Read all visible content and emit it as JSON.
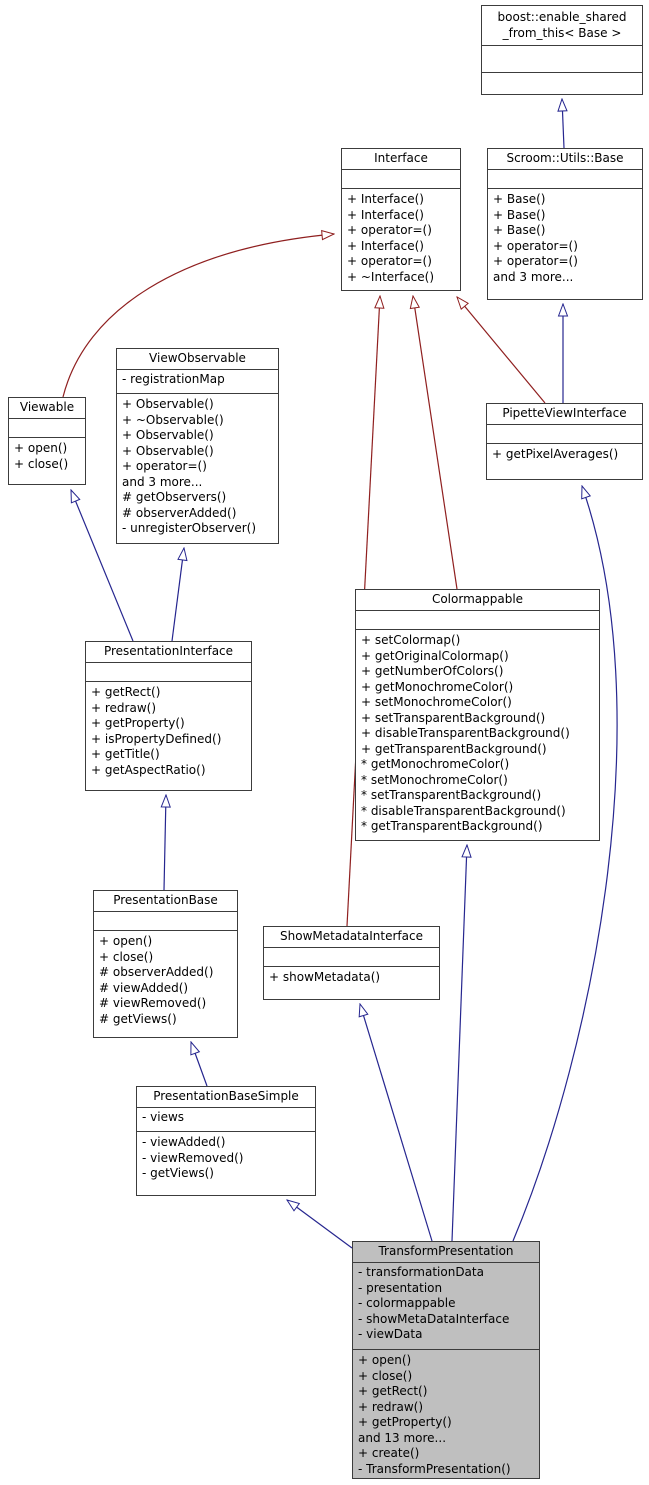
{
  "colors": {
    "edge_public": "#26268f",
    "edge_private": "#8f1f1f",
    "box_border": "#3c3c3c",
    "highlight_fill": "#bfbfbf"
  },
  "classes": [
    {
      "id": "boost-enable-shared",
      "name": "boost::enable_shared _from_this< Base >",
      "attributes": [],
      "methods": [],
      "highlighted": false
    },
    {
      "id": "interface",
      "name": "Interface",
      "attributes": [],
      "methods": [
        "+ Interface()",
        "+ Interface()",
        "+ operator=()",
        "+ Interface()",
        "+ operator=()",
        "+ ~Interface()"
      ],
      "highlighted": false
    },
    {
      "id": "scroom-utils-base",
      "name": "Scroom::Utils::Base",
      "attributes": [],
      "methods": [
        "+ Base()",
        "+ Base()",
        "+ Base()",
        "+ operator=()",
        "+ operator=()",
        "and 3 more..."
      ],
      "highlighted": false
    },
    {
      "id": "viewable",
      "name": "Viewable",
      "attributes": [],
      "methods": [
        "+ open()",
        "+ close()"
      ],
      "highlighted": false
    },
    {
      "id": "view-observable",
      "name": "ViewObservable",
      "attributes": [
        "- registrationMap"
      ],
      "methods": [
        "+ Observable()",
        "+ ~Observable()",
        "+ Observable()",
        "+ Observable()",
        "+ operator=()",
        "and 3 more...",
        "# getObservers()",
        "# observerAdded()",
        "- unregisterObserver()"
      ],
      "highlighted": false
    },
    {
      "id": "pipette-view-interface",
      "name": "PipetteViewInterface",
      "attributes": [],
      "methods": [
        "+ getPixelAverages()"
      ],
      "highlighted": false
    },
    {
      "id": "colormappable",
      "name": "Colormappable",
      "attributes": [],
      "methods": [
        "+ setColormap()",
        "+ getOriginalColormap()",
        "+ getNumberOfColors()",
        "+ getMonochromeColor()",
        "+ setMonochromeColor()",
        "+ setTransparentBackground()",
        "+ disableTransparentBackground()",
        "+ getTransparentBackground()",
        "* getMonochromeColor()",
        "* setMonochromeColor()",
        "* setTransparentBackground()",
        "* disableTransparentBackground()",
        "* getTransparentBackground()"
      ],
      "highlighted": false
    },
    {
      "id": "presentation-interface",
      "name": "PresentationInterface",
      "attributes": [],
      "methods": [
        "+ getRect()",
        "+ redraw()",
        "+ getProperty()",
        "+ isPropertyDefined()",
        "+ getTitle()",
        "+ getAspectRatio()"
      ],
      "highlighted": false
    },
    {
      "id": "presentation-base",
      "name": "PresentationBase",
      "attributes": [],
      "methods": [
        "+ open()",
        "+ close()",
        "# observerAdded()",
        "# viewAdded()",
        "# viewRemoved()",
        "# getViews()"
      ],
      "highlighted": false
    },
    {
      "id": "show-metadata-interface",
      "name": "ShowMetadataInterface",
      "attributes": [],
      "methods": [
        "+ showMetadata()"
      ],
      "highlighted": false
    },
    {
      "id": "presentation-base-simple",
      "name": "PresentationBaseSimple",
      "attributes": [
        "- views"
      ],
      "methods": [
        "- viewAdded()",
        "- viewRemoved()",
        "- getViews()"
      ],
      "highlighted": false
    },
    {
      "id": "transform-presentation",
      "name": "TransformPresentation",
      "attributes": [
        "- transformationData",
        "- presentation",
        "- colormappable",
        "- showMetaDataInterface",
        "- viewData"
      ],
      "methods": [
        "+ open()",
        "+ close()",
        "+ getRect()",
        "+ redraw()",
        "+ getProperty()",
        "and 13 more...",
        "+ create()",
        "- TransformPresentation()"
      ],
      "highlighted": true
    }
  ],
  "edges": [
    {
      "from": "scroom-utils-base",
      "to": "boost-enable-shared",
      "style": "public"
    },
    {
      "from": "viewable",
      "to": "interface",
      "style": "private"
    },
    {
      "from": "show-metadata-interface",
      "to": "interface",
      "style": "private"
    },
    {
      "from": "colormappable",
      "to": "interface",
      "style": "private"
    },
    {
      "from": "pipette-view-interface",
      "to": "interface",
      "style": "private"
    },
    {
      "from": "pipette-view-interface",
      "to": "scroom-utils-base",
      "style": "public"
    },
    {
      "from": "presentation-interface",
      "to": "viewable",
      "style": "public"
    },
    {
      "from": "presentation-interface",
      "to": "view-observable",
      "style": "public"
    },
    {
      "from": "presentation-base",
      "to": "presentation-interface",
      "style": "public"
    },
    {
      "from": "presentation-base-simple",
      "to": "presentation-base",
      "style": "public"
    },
    {
      "from": "transform-presentation",
      "to": "presentation-base-simple",
      "style": "public"
    },
    {
      "from": "transform-presentation",
      "to": "show-metadata-interface",
      "style": "public"
    },
    {
      "from": "transform-presentation",
      "to": "colormappable",
      "style": "public"
    },
    {
      "from": "transform-presentation",
      "to": "pipette-view-interface",
      "style": "public"
    }
  ]
}
